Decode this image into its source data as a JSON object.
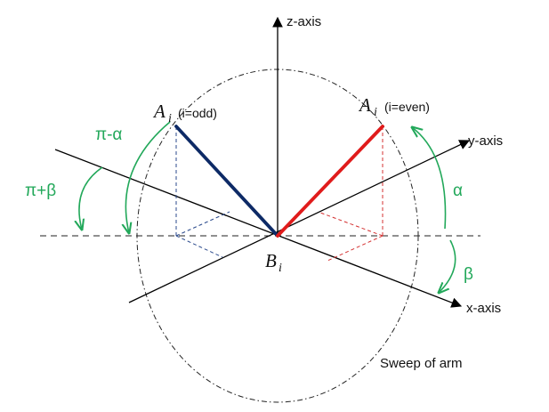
{
  "axes": {
    "z": "z-axis",
    "y": "y-axis",
    "x": "x-axis"
  },
  "points": {
    "a_odd": {
      "symbol": "A",
      "subscript": "i",
      "note": "(i=odd)"
    },
    "a_even": {
      "symbol": "A",
      "subscript": "i",
      "note": "(i=even)"
    },
    "b": {
      "symbol": "B",
      "subscript": "i"
    }
  },
  "angles": {
    "pi_minus_alpha": "π-α",
    "pi_plus_beta": "π+β",
    "alpha": "α",
    "beta": "β"
  },
  "sweep_label": "Sweep of arm",
  "colors": {
    "odd_arm": "#0d2a66",
    "even_arm": "#e01b1b",
    "odd_projection": "#2b4a8c",
    "even_projection": "#d43030",
    "angle_marks": "#22a85a",
    "axes": "#000000"
  }
}
